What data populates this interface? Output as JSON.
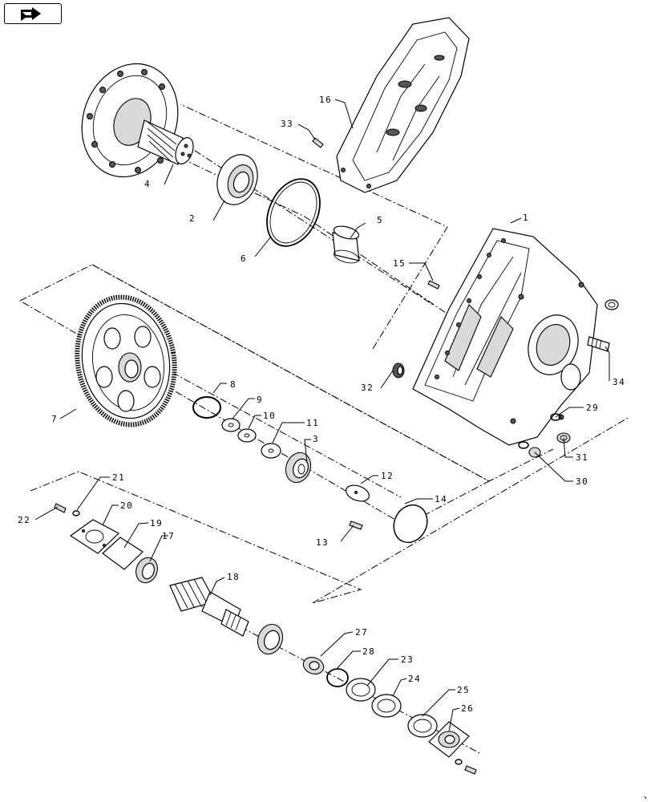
{
  "nav": {
    "icon": "return-arrow-icon"
  },
  "callouts": [
    {
      "id": "c1",
      "text": "1"
    },
    {
      "id": "c2",
      "text": "2"
    },
    {
      "id": "c3",
      "text": "3"
    },
    {
      "id": "c4",
      "text": "4"
    },
    {
      "id": "c5",
      "text": "5"
    },
    {
      "id": "c6",
      "text": "6"
    },
    {
      "id": "c7",
      "text": "7"
    },
    {
      "id": "c8",
      "text": "8"
    },
    {
      "id": "c9",
      "text": "9"
    },
    {
      "id": "c10",
      "text": "10"
    },
    {
      "id": "c11",
      "text": "11"
    },
    {
      "id": "c12",
      "text": "12"
    },
    {
      "id": "c13",
      "text": "13"
    },
    {
      "id": "c14",
      "text": "14"
    },
    {
      "id": "c15",
      "text": "15"
    },
    {
      "id": "c16",
      "text": "16"
    },
    {
      "id": "c17",
      "text": "17"
    },
    {
      "id": "c18",
      "text": "18"
    },
    {
      "id": "c19",
      "text": "19"
    },
    {
      "id": "c20",
      "text": "20"
    },
    {
      "id": "c21",
      "text": "21"
    },
    {
      "id": "c22",
      "text": "22"
    },
    {
      "id": "c23",
      "text": "23"
    },
    {
      "id": "c24",
      "text": "24"
    },
    {
      "id": "c25",
      "text": "25"
    },
    {
      "id": "c26",
      "text": "26"
    },
    {
      "id": "c27",
      "text": "27"
    },
    {
      "id": "c28",
      "text": "28"
    },
    {
      "id": "c29",
      "text": "29"
    },
    {
      "id": "c30",
      "text": "30"
    },
    {
      "id": "c31",
      "text": "31"
    },
    {
      "id": "c32",
      "text": "32"
    },
    {
      "id": "c33",
      "text": "33"
    },
    {
      "id": "c34",
      "text": "34"
    }
  ]
}
